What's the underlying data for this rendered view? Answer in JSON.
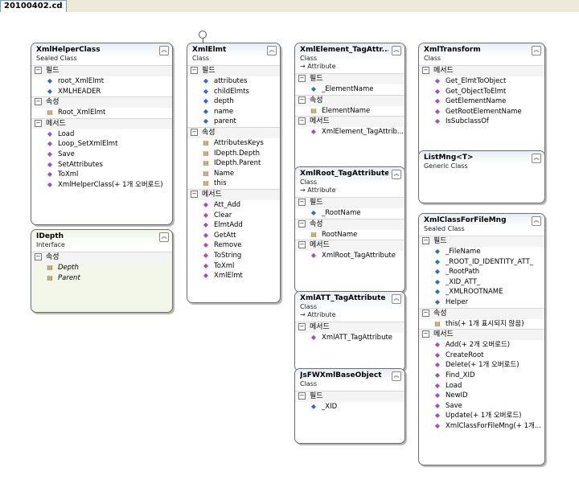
{
  "tab": {
    "title": "20100402.cd"
  },
  "boxes": [
    {
      "title": "XmlHelperClass",
      "subtitle": "Sealed Class",
      "arrow": false,
      "sections": [
        {
          "name": "필드",
          "items": [
            {
              "kind": "field",
              "label": "root_XmlElmt"
            },
            {
              "kind": "field",
              "label": "XMLHEADER"
            }
          ]
        },
        {
          "name": "속성",
          "items": [
            {
              "kind": "prop",
              "label": "Root_XmlElmt"
            }
          ]
        },
        {
          "name": "메서드",
          "items": [
            {
              "kind": "method",
              "label": "Load"
            },
            {
              "kind": "method",
              "label": "Loop_SetXmlElmt"
            },
            {
              "kind": "method",
              "label": "Save"
            },
            {
              "kind": "method",
              "label": "SetAttributes"
            },
            {
              "kind": "method",
              "label": "ToXml"
            },
            {
              "kind": "method",
              "label": "XmlHelperClass(+ 1개 오버로드)"
            }
          ]
        }
      ]
    },
    {
      "title": "IDepth",
      "subtitle": "Interface",
      "arrow": false,
      "sections": [
        {
          "name": "속성",
          "items": [
            {
              "kind": "prop",
              "label": "Depth",
              "italic": true
            },
            {
              "kind": "prop",
              "label": "Parent",
              "italic": true
            }
          ]
        }
      ]
    },
    {
      "title": "XmlElmt",
      "subtitle": "Class",
      "arrow": false,
      "sections": [
        {
          "name": "필드",
          "items": [
            {
              "kind": "field",
              "label": "attributes"
            },
            {
              "kind": "field",
              "label": "childElmts"
            },
            {
              "kind": "field",
              "label": "depth"
            },
            {
              "kind": "field",
              "label": "name"
            },
            {
              "kind": "field",
              "label": "parent"
            }
          ]
        },
        {
          "name": "속성",
          "items": [
            {
              "kind": "prop",
              "label": "AttributesKeys"
            },
            {
              "kind": "prop",
              "label": "IDepth.Depth"
            },
            {
              "kind": "prop",
              "label": "IDepth.Parent"
            },
            {
              "kind": "prop",
              "label": "Name"
            },
            {
              "kind": "prop",
              "label": "this"
            }
          ]
        },
        {
          "name": "메서드",
          "items": [
            {
              "kind": "method",
              "label": "Att_Add"
            },
            {
              "kind": "method",
              "label": "Clear"
            },
            {
              "kind": "method",
              "label": "ElmtAdd"
            },
            {
              "kind": "method",
              "label": "GetAtt"
            },
            {
              "kind": "method",
              "label": "Remove"
            },
            {
              "kind": "method",
              "label": "ToString"
            },
            {
              "kind": "method",
              "label": "ToXml"
            },
            {
              "kind": "method",
              "label": "XmlElmt"
            }
          ]
        }
      ]
    },
    {
      "title": "XmlElement_TagAttr...",
      "subtitle": "Class",
      "arrow": true,
      "base": "Attribute",
      "sections": [
        {
          "name": "필드",
          "items": [
            {
              "kind": "field",
              "label": "_ElementName"
            }
          ]
        },
        {
          "name": "속성",
          "items": [
            {
              "kind": "prop",
              "label": "ElementName"
            }
          ]
        },
        {
          "name": "메서드",
          "items": [
            {
              "kind": "method",
              "label": "XmlElement_TagAttrib..."
            }
          ]
        }
      ]
    },
    {
      "title": "XmlRoot_TagAttribute",
      "subtitle": "Class",
      "arrow": true,
      "base": "Attribute",
      "sections": [
        {
          "name": "필드",
          "items": [
            {
              "kind": "field",
              "label": "_RootName"
            }
          ]
        },
        {
          "name": "속성",
          "items": [
            {
              "kind": "prop",
              "label": "RootName"
            }
          ]
        },
        {
          "name": "메서드",
          "items": [
            {
              "kind": "method",
              "label": "XmlRoot_TagAttribute"
            }
          ]
        }
      ]
    },
    {
      "title": "XmlATT_TagAttribute",
      "subtitle": "Class",
      "arrow": true,
      "base": "Attribute",
      "sections": [
        {
          "name": "메서드",
          "items": [
            {
              "kind": "method",
              "label": "XmlATT_TagAttribute"
            }
          ]
        }
      ]
    },
    {
      "title": "JsFWXmlBaseObject",
      "subtitle": "Class",
      "arrow": false,
      "sections": [
        {
          "name": "필드",
          "items": [
            {
              "kind": "field",
              "label": "_XID"
            }
          ]
        }
      ]
    },
    {
      "title": "XmlTransform",
      "subtitle": "Class",
      "arrow": false,
      "sections": [
        {
          "name": "메서드",
          "items": [
            {
              "kind": "method",
              "label": "Get_ElmtToObject"
            },
            {
              "kind": "method",
              "label": "Get_ObjectToElmt"
            },
            {
              "kind": "method",
              "label": "GetElementName"
            },
            {
              "kind": "method",
              "label": "GetRootElementName"
            },
            {
              "kind": "method",
              "label": "IsSubclassOf"
            }
          ]
        }
      ]
    },
    {
      "title": "ListMng<T>",
      "subtitle": "Generic Class",
      "arrow": false,
      "sections": []
    },
    {
      "title": "XmlClassForFileMng",
      "subtitle": "Sealed Class",
      "arrow": false,
      "sections": [
        {
          "name": "필드",
          "items": [
            {
              "kind": "field",
              "label": "_FileName"
            },
            {
              "kind": "field",
              "label": "_ROOT_ID_IDENTITY_ATT_"
            },
            {
              "kind": "field",
              "label": "_RootPath"
            },
            {
              "kind": "field",
              "label": "_XID_ATT_"
            },
            {
              "kind": "field",
              "label": "_XMLROOTNAME"
            },
            {
              "kind": "field",
              "label": "Helper"
            }
          ]
        },
        {
          "name": "속성",
          "items": [
            {
              "kind": "prop",
              "label": "this(+ 1개 표시되지 않음)"
            }
          ]
        },
        {
          "name": "메서드",
          "items": [
            {
              "kind": "method",
              "label": "Add(+ 2개 오버로드)"
            },
            {
              "kind": "method",
              "label": "CreateRoot"
            },
            {
              "kind": "method",
              "label": "Delete(+ 1개 오버로드)"
            },
            {
              "kind": "method",
              "label": "Find_XID"
            },
            {
              "kind": "method",
              "label": "Load"
            },
            {
              "kind": "method",
              "label": "NewID"
            },
            {
              "kind": "method",
              "label": "Save"
            },
            {
              "kind": "method",
              "label": "Update(+ 1개 오버로드)"
            },
            {
              "kind": "method",
              "label": "XmlClassForFileMng(+ 1개..."
            }
          ]
        }
      ]
    }
  ]
}
